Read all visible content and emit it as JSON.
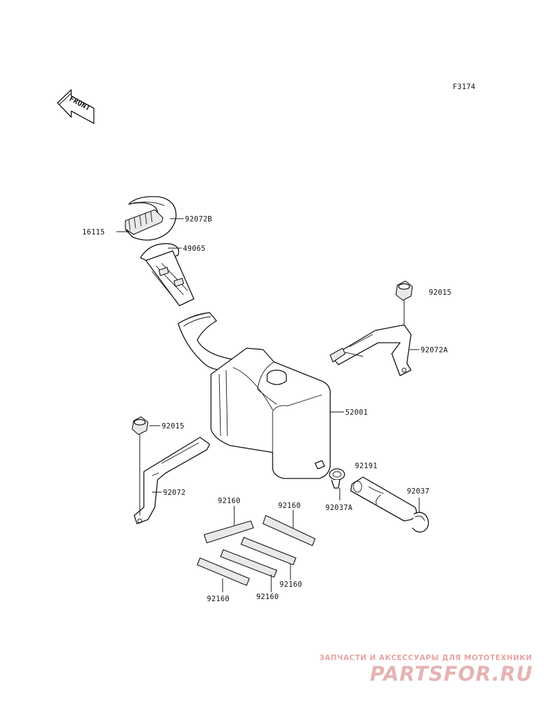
{
  "figure_code": "F3174",
  "front_marker": "FRONT",
  "labels": {
    "p16115": "16115",
    "p92072B": "92072B",
    "p49065": "49065",
    "p92015_right": "92015",
    "p92072A": "92072A",
    "p52001": "52001",
    "p92015_left": "92015",
    "p92072": "92072",
    "p92191": "92191",
    "p92037": "92037",
    "p92037A": "92037A",
    "p92160_a": "92160",
    "p92160_b": "92160",
    "p92160_c": "92160",
    "p92160_d": "92160",
    "p92160_e": "92160"
  },
  "watermark": {
    "tagline": "ЗАПЧАСТИ И АКСЕССУАРЫ ДЛЯ МОТОТЕХНИКИ",
    "brand": "PARTSFOR.RU",
    "color": "#e5b4b4"
  }
}
